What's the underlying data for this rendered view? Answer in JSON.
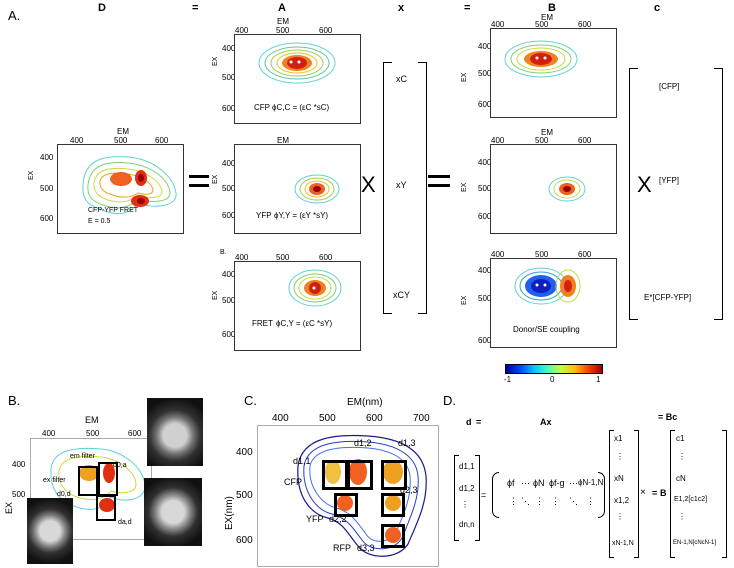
{
  "panels": {
    "A": {
      "letter": "A.",
      "headers": {
        "D": "D",
        "eq1": "=",
        "A": "A",
        "x": "x",
        "eq2": "=",
        "B": "B",
        "c": "c"
      },
      "axis": {
        "em": "EM",
        "ex": "EX",
        "em_ticks": [
          "400",
          "500",
          "600"
        ],
        "ex_ticks": [
          "400",
          "500",
          "600"
        ]
      },
      "d_plot": {
        "label1": "CFP-YFP FRET",
        "label2": "E = 0.5"
      },
      "a_plots": [
        {
          "name": "CFP",
          "formula": "ϕC,C = (εC *sC)"
        },
        {
          "name": "YFP",
          "formula": "ϕY,Y = (εY *sY)"
        },
        {
          "name": "FRET",
          "formula": "ϕC,Y = (εC *sY)",
          "tag": "B."
        }
      ],
      "x_vector": [
        "xC",
        "xY",
        "xCY"
      ],
      "b_plots": [
        {
          "label": ""
        },
        {
          "label": ""
        },
        {
          "label": "Donor/SE coupling"
        }
      ],
      "c_vector": [
        "[CFP]",
        "[YFP]",
        "E*[CFP-YFP]"
      ],
      "ops": {
        "eq": "=",
        "times": "X"
      },
      "colorbar": {
        "min": "-1",
        "mid": "0",
        "max": "1"
      }
    },
    "B": {
      "letter": "B.",
      "em": "EM",
      "ex": "EX",
      "em_ticks": [
        "400",
        "500",
        "600"
      ],
      "ex_ticks": [
        "400",
        "500"
      ],
      "labels": {
        "em_filter": "em filter",
        "ex_filter": "ex filter",
        "d0a": "d0,a",
        "d0d": "d0,d",
        "dad": "da,d"
      }
    },
    "C": {
      "letter": "C.",
      "em": "EM(nm)",
      "ex": "EX(nm)",
      "em_ticks": [
        "400",
        "500",
        "600",
        "700"
      ],
      "ex_ticks": [
        "400",
        "500",
        "600"
      ],
      "labels": {
        "d11": "d1,1",
        "d12": "d1,2",
        "d13": "d1,3",
        "d22": "d2,2",
        "d23": "d2,3",
        "d33": "d3,3",
        "cfp": "CFP",
        "yfp": "YFP",
        "rfp": "RFP"
      }
    },
    "D": {
      "letter": "D.",
      "d": "d",
      "eq": "=",
      "Ax": "Ax",
      "Bc": "= Bc",
      "d_vec": [
        "d1,1",
        "d1,2",
        "⋮",
        "dn,n"
      ],
      "phi_row1": [
        "ϕf",
        "⋯",
        "ϕN",
        "ϕf-g",
        "⋯",
        "ϕN-1,N"
      ],
      "phi_row2": [
        "⋮",
        "⋱",
        "⋮",
        "⋮",
        "⋱",
        "⋮"
      ],
      "x_vec": [
        "x1",
        "⋮",
        "xN",
        "x1,2",
        "⋮",
        "xN-1,N"
      ],
      "times": "×",
      "B": "B",
      "c_vec": [
        "c1",
        "⋮",
        "cN",
        "E1,2[c1c2]",
        "⋮",
        "EN-1,N[cNcN-1]"
      ]
    }
  }
}
